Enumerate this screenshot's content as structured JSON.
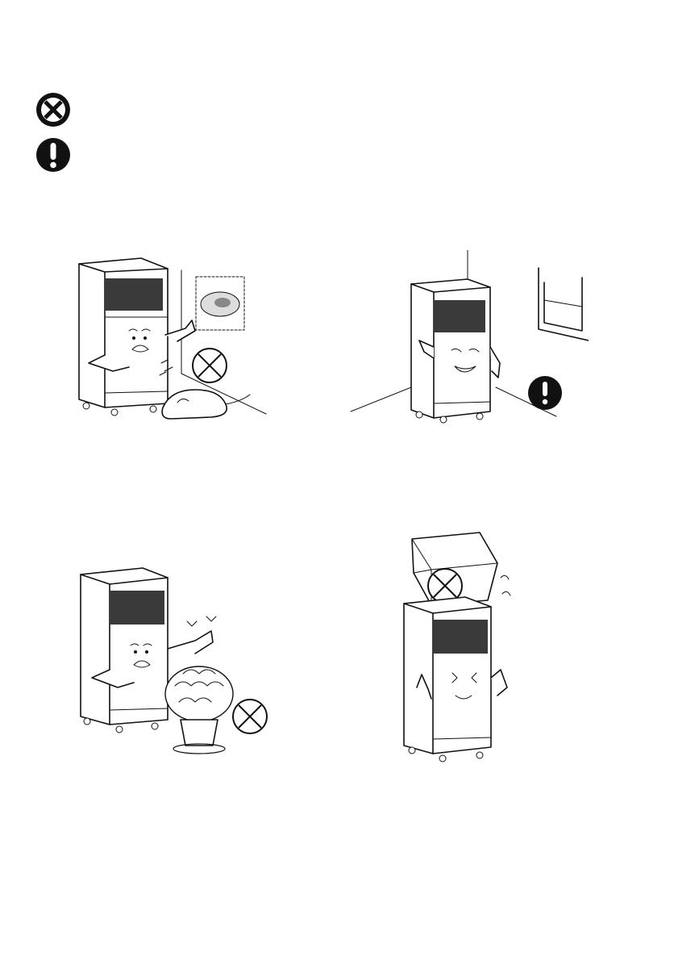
{
  "legend": {
    "prohibited_icon": "prohibition-icon",
    "mandatory_icon": "exclamation-icon"
  },
  "scenes": [
    {
      "id": "wall-clearance",
      "marker": "prohibition-icon"
    },
    {
      "id": "level-floor",
      "marker": "exclamation-icon"
    },
    {
      "id": "plants-nearby",
      "marker": "prohibition-icon"
    },
    {
      "id": "objects-on-top",
      "marker": "prohibition-icon"
    }
  ],
  "colors": {
    "ink": "#111111",
    "paper": "#ffffff",
    "grille": "#3a3a3a"
  }
}
